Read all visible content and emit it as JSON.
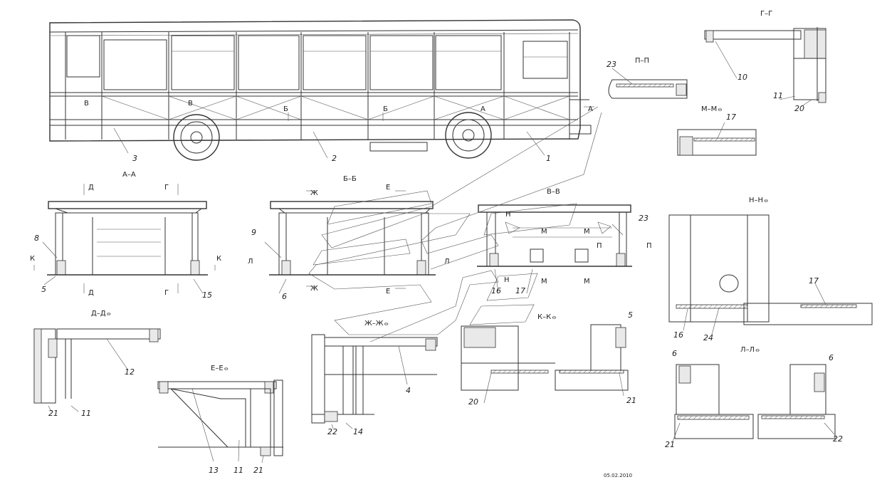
{
  "sections": {
    "aa": "А–А",
    "bb": "Б–Б",
    "vv": "В–В",
    "gg": "Г–Г",
    "pp": "П–П",
    "mm": "М–М⦵",
    "nn": "Н–Н⦵",
    "dd": "Д–Д⦵",
    "ee": "Е–Е⦵",
    "zhzh": "Ж–Ж⦵",
    "kk": "К–К⦵",
    "ll": "Л–Л⦵"
  },
  "cut_marks": {
    "A": "А",
    "B": "Б",
    "V": "В",
    "G": "Г",
    "D": "Д",
    "E": "Е",
    "ZH": "Ж",
    "K": "К",
    "L": "Л",
    "M": "М",
    "N": "Н",
    "P": "П"
  },
  "callouts": {
    "c1": "1",
    "c2": "2",
    "c3": "3",
    "c4": "4",
    "c5": "5",
    "c6": "6",
    "c8": "8",
    "c9": "9",
    "c10": "10",
    "c11": "11",
    "c12": "12",
    "c13": "13",
    "c14": "14",
    "c15": "15",
    "c16": "16",
    "c17": "17",
    "c20": "20",
    "c21": "21",
    "c22": "22",
    "c23": "23",
    "c24": "24"
  },
  "footer_date": "05.02.2010"
}
